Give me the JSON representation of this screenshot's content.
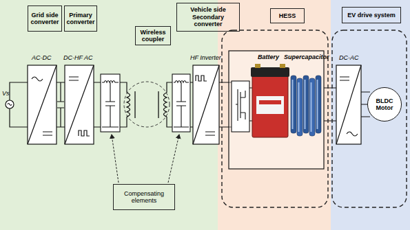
{
  "diagram": {
    "nodes": [
      {
        "text": [
          "Grid side converter"
        ]
      },
      {
        "text": [
          "Primary converter"
        ]
      },
      {
        "text": [
          "Wireless coupler"
        ]
      },
      {
        "text": [
          "Vehicle side Secondary converter"
        ]
      },
      {
        "text": [
          "HESS"
        ]
      },
      {
        "text": [
          "EV drive system"
        ]
      },
      {
        "text": [
          "BLDC Motor"
        ]
      },
      {
        "text": [
          "Compensating elements"
        ]
      }
    ],
    "labels": [
      "AC-DC",
      "DC-HF AC",
      "HF Inverter",
      "Battery",
      "Supercapacitor",
      "DC-AC",
      "Vs"
    ]
  }
}
